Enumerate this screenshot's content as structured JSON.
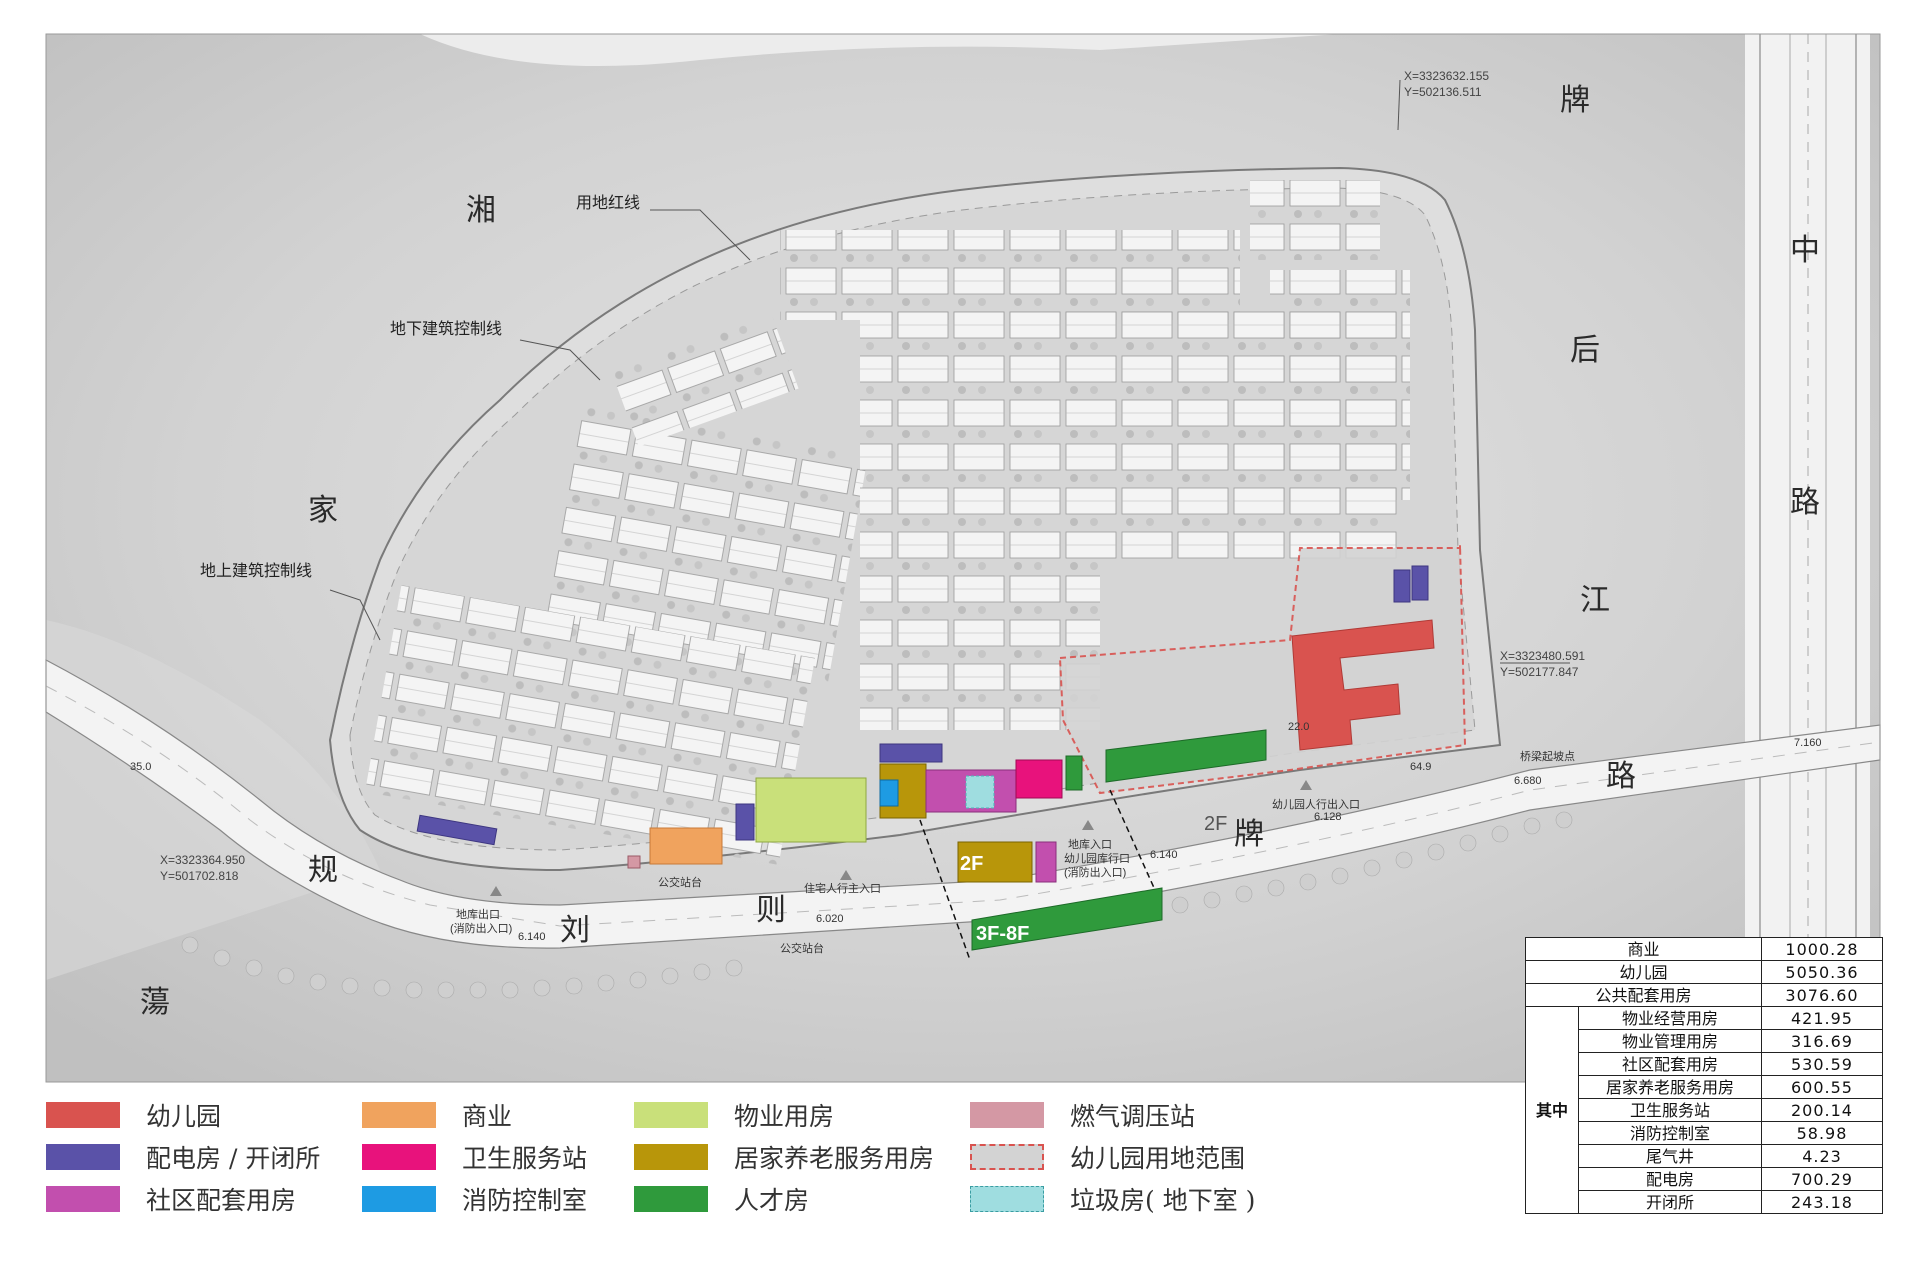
{
  "map": {
    "road_labels": {
      "road_east": [
        "牌",
        "中",
        "后",
        "路",
        "江",
        "路"
      ],
      "road_west": [
        "湘",
        "家",
        "蕩"
      ],
      "road_south": [
        "规",
        "刘",
        "则",
        "牌"
      ]
    },
    "annotations": {
      "red_line": "用地红线",
      "underground_control": "地下建筑控制线",
      "aboveground_control": "地上建筑控制线",
      "garage_exit": "地库出口",
      "garage_exit_sub": "(消防出入口)",
      "residential_entry": "住宅人行主入口",
      "garage_entry": "地库入口",
      "kg_garage_entry": "幼儿园库行口",
      "kg_garage_entry_sub": "(消防出入口)",
      "kg_pedestrian": "幼儿园人行出入口",
      "bus_stop": "公交站台",
      "bus_stop_2": "公交站台",
      "bridge": "桥梁起坡点"
    },
    "floors": {
      "f2_a": "2F",
      "f2_b": "2F",
      "f3_8": "3F-8F"
    },
    "coordinates": {
      "top_x": "X=3323632.155",
      "top_y": "Y=502136.511",
      "right_x": "X=3323480.591",
      "right_y": "Y=502177.847",
      "left_x": "X=3323364.950",
      "left_y": "Y=501702.818"
    },
    "elevations": {
      "e1": "6.140",
      "e2": "6.020",
      "e3": "6.140",
      "e4": "6.128",
      "e5": "6.680",
      "e6": "7.160",
      "e7": "35.0",
      "e8": "64.9",
      "e9": "22.0"
    },
    "colors": {
      "kindergarten": "#d9534f",
      "power": "#5a52a8",
      "commercial": "#f0a35e",
      "property": "#c9e07a",
      "gas": "#d498a4",
      "health": "#e8127c",
      "elderly": "#b8960a",
      "community": "#c24fae",
      "fire": "#1e9be3",
      "talent": "#2f9a3c",
      "garbage": "#9fdde0",
      "kg_range": "#d3d3d3"
    }
  },
  "legend": [
    {
      "label": "幼儿园",
      "color": "#d9534f"
    },
    {
      "label": "商业",
      "color": "#f0a35e"
    },
    {
      "label": "物业用房",
      "color": "#c9e07a"
    },
    {
      "label": "燃气调压站",
      "color": "#d498a4"
    },
    {
      "label": "配电房 / 开闭所",
      "color": "#5a52a8"
    },
    {
      "label": "卫生服务站",
      "color": "#e8127c"
    },
    {
      "label": "居家养老服务用房",
      "color": "#b8960a"
    },
    {
      "label": "幼儿园用地范围",
      "color": "#d3d3d3"
    },
    {
      "label": "社区配套用房",
      "color": "#c24fae"
    },
    {
      "label": "消防控制室",
      "color": "#1e9be3"
    },
    {
      "label": "人才房",
      "color": "#2f9a3c"
    },
    {
      "label": "垃圾房( 地下室 )",
      "color": "#9fdde0"
    }
  ],
  "table": {
    "top_rows": [
      {
        "name": "商业",
        "value": "1000.28"
      },
      {
        "name": "幼儿园",
        "value": "5050.36"
      },
      {
        "name": "公共配套用房",
        "value": "3076.60"
      }
    ],
    "group_label": "其中",
    "sub_rows": [
      {
        "name": "物业经营用房",
        "value": "421.95"
      },
      {
        "name": "物业管理用房",
        "value": "316.69"
      },
      {
        "name": "社区配套用房",
        "value": "530.59"
      },
      {
        "name": "居家养老服务用房",
        "value": "600.55"
      },
      {
        "name": "卫生服务站",
        "value": "200.14"
      },
      {
        "name": "消防控制室",
        "value": "58.98"
      },
      {
        "name": "尾气井",
        "value": "4.23"
      },
      {
        "name": "配电房",
        "value": "700.29"
      },
      {
        "name": "开闭所",
        "value": "243.18"
      }
    ]
  }
}
